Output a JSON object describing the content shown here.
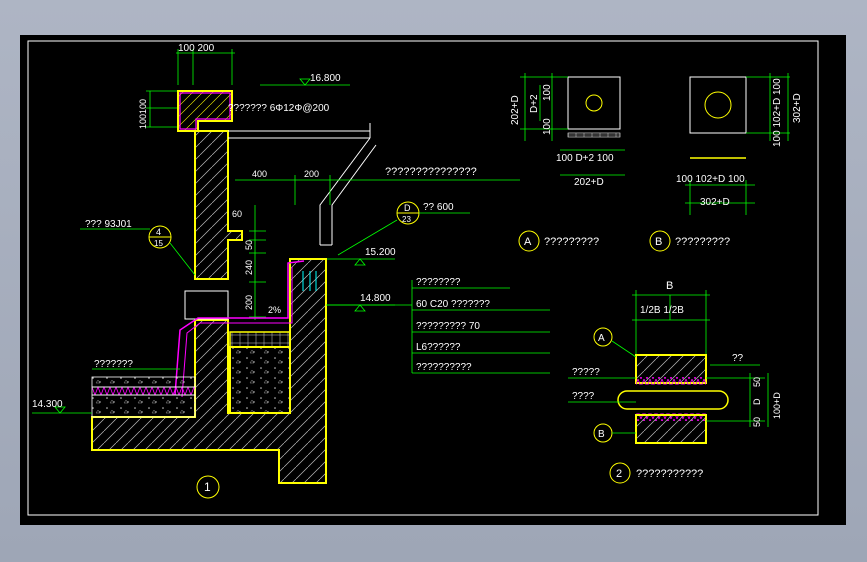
{
  "colors": {
    "background": "#000000",
    "outline": "#ffff00",
    "dimension": "#00ff00",
    "membrane": "#ff00ff",
    "text": "#ffffff",
    "frame": "#ffffff"
  },
  "main_section": {
    "dims": {
      "top_widths": "100  200",
      "left_heights": "100100",
      "overhang": "400",
      "gap": "200",
      "h240": "240",
      "h200": "200",
      "h60": "60",
      "h50": "50",
      "slope": "2%"
    },
    "elevations": {
      "e16800": "16.800",
      "e15200": "15.200",
      "e14800": "14.800",
      "e14300": "14.300"
    },
    "notes": {
      "coping": "???????  6Φ12Φ@200",
      "drain_pipe": "???????????????",
      "detail_ref": "??? 93J01",
      "ref_num": "4",
      "ref_sub": "15",
      "detail_d": "D",
      "detail_d_sub": "23",
      "d600": "?? 600",
      "roof": "???????",
      "layer1": "????????",
      "layer2": "60 C20  ???????",
      "layer3": "?????????  70",
      "layer4": "L6??????",
      "layer5": "??????????"
    },
    "label": "1"
  },
  "detail_a": {
    "label": "A",
    "title": "?????????",
    "left_dims": [
      "202+D",
      "D+2",
      "100",
      "100"
    ],
    "bottom_dims": "100  D+2  100",
    "bottom_total": "202+D"
  },
  "detail_b": {
    "label": "B",
    "title": "?????????",
    "right_dims": "100 102+D 100",
    "right_total": "302+D",
    "bottom_dims": "100 102+D 100",
    "bottom_total": "302+D"
  },
  "detail_2": {
    "label": "2",
    "title": "???????????",
    "top_label": "B",
    "top_dims": "1/2B 1/2B",
    "callout_a": "A",
    "callout_b": "B",
    "note_right": "??",
    "note_left1": "?????",
    "note_left2": "????",
    "right_dims": [
      "50",
      "D",
      "50"
    ],
    "right_total": "100+D"
  }
}
